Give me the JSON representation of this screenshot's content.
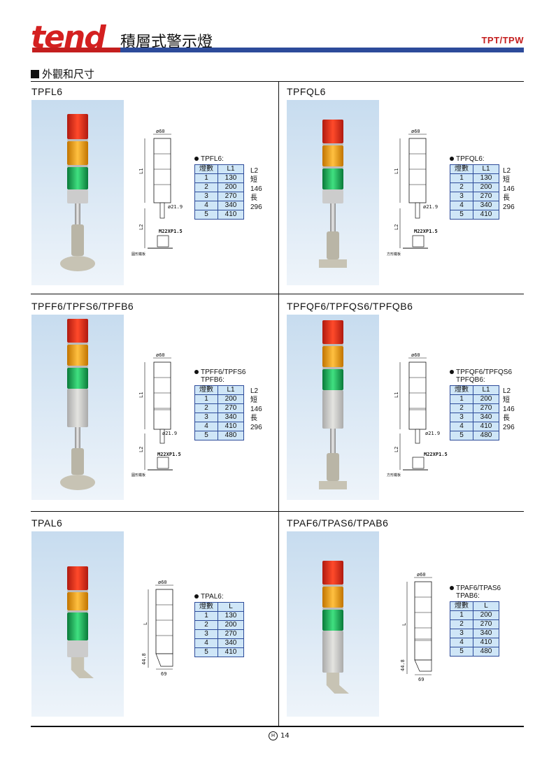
{
  "header": {
    "brand": "tend",
    "title": "積層式警示燈",
    "code": "TPT/TPW",
    "section_title": "外觀和尺寸"
  },
  "colors": {
    "brand_red": "#d42020",
    "bar_blue": "#2d4b9a",
    "table_fill": "#cfe6f7"
  },
  "drawing_labels": {
    "dia60": "ø60",
    "dia219": "ø21.9",
    "thread": "M22XP1.5",
    "l1": "L1",
    "l2": "L2",
    "l": "L",
    "h448": "44.8",
    "w69": "69",
    "round_base": "圓形鐵板",
    "square_base": "方形鐵板"
  },
  "panels": [
    {
      "model": "TPFL6",
      "spec_title": "TPFL6:",
      "spec_title2": "",
      "col1": "燈數",
      "col2": "L1",
      "rows": [
        [
          "1",
          "130"
        ],
        [
          "2",
          "200"
        ],
        [
          "3",
          "270"
        ],
        [
          "4",
          "340"
        ],
        [
          "5",
          "410"
        ]
      ],
      "note1": "L2",
      "note2": "短146",
      "note3": "長296"
    },
    {
      "model": "TPFQL6",
      "spec_title": "TPFQL6:",
      "spec_title2": "",
      "col1": "燈數",
      "col2": "L1",
      "rows": [
        [
          "1",
          "130"
        ],
        [
          "2",
          "200"
        ],
        [
          "3",
          "270"
        ],
        [
          "4",
          "340"
        ],
        [
          "5",
          "410"
        ]
      ],
      "note1": "L2",
      "note2": "短146",
      "note3": "長296"
    },
    {
      "model": "TPFF6/TPFS6/TPFB6",
      "spec_title": "TPFF6/TPFS6",
      "spec_title2": "TPFB6:",
      "col1": "燈數",
      "col2": "L1",
      "rows": [
        [
          "1",
          "200"
        ],
        [
          "2",
          "270"
        ],
        [
          "3",
          "340"
        ],
        [
          "4",
          "410"
        ],
        [
          "5",
          "480"
        ]
      ],
      "note1": "L2",
      "note2": "短146",
      "note3": "長296"
    },
    {
      "model": "TPFQF6/TPFQS6/TPFQB6",
      "spec_title": "TPFQF6/TPFQS6",
      "spec_title2": "TPFQB6:",
      "col1": "燈數",
      "col2": "L1",
      "rows": [
        [
          "1",
          "200"
        ],
        [
          "2",
          "270"
        ],
        [
          "3",
          "340"
        ],
        [
          "4",
          "410"
        ],
        [
          "5",
          "480"
        ]
      ],
      "note1": "L2",
      "note2": "短146",
      "note3": "長296"
    },
    {
      "model": "TPAL6",
      "spec_title": "TPAL6:",
      "spec_title2": "",
      "col1": "燈數",
      "col2": "L",
      "rows": [
        [
          "1",
          "130"
        ],
        [
          "2",
          "200"
        ],
        [
          "3",
          "270"
        ],
        [
          "4",
          "340"
        ],
        [
          "5",
          "410"
        ]
      ],
      "note1": "",
      "note2": "",
      "note3": ""
    },
    {
      "model": "TPAF6/TPAS6/TPAB6",
      "spec_title": "TPAF6/TPAS6",
      "spec_title2": "TPAB6:",
      "col1": "燈數",
      "col2": "L",
      "rows": [
        [
          "1",
          "200"
        ],
        [
          "2",
          "270"
        ],
        [
          "3",
          "340"
        ],
        [
          "4",
          "410"
        ],
        [
          "5",
          "480"
        ]
      ],
      "note1": "",
      "note2": "",
      "note3": ""
    }
  ],
  "footer": {
    "page_mark": "H",
    "page_number": "14"
  }
}
